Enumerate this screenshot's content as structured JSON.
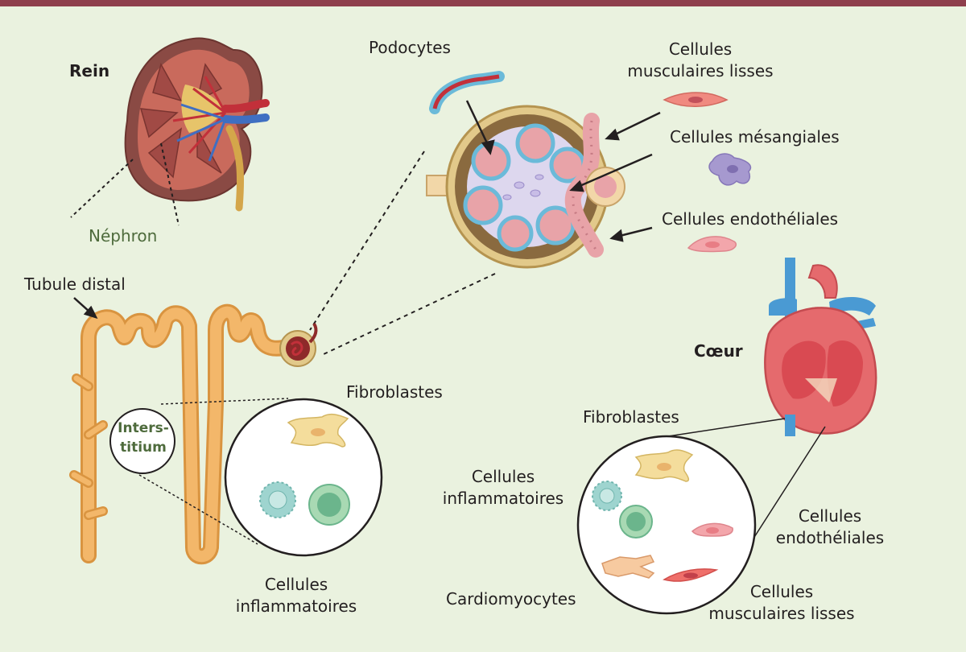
{
  "colors": {
    "background": "#eaf2df",
    "top_bar": "#8e3f4c",
    "tubule": "#f3b76a",
    "tubule_edge": "#d99440",
    "kidney_cortex": "#8a4a44",
    "artery": "#c2303a",
    "vein": "#3f6fc2",
    "podocyte": "#6bbad9",
    "capillary": "#e8a3a8",
    "mesangial": "#a699cf",
    "fibroblast": "#f4dd9c",
    "inflammatory": "#9ed4cf",
    "lymphocyte": "#6bb58c",
    "heart": "#e56a6d",
    "heart_vessel": "#4a9ad3",
    "interstitium_label": "#4e6b3c"
  },
  "labels": {
    "rein": "Rein",
    "nephron": "Néphron",
    "podocytes": "Podocytes",
    "smooth_muscle_top": [
      "Cellules",
      "musculaires lisses"
    ],
    "mesangial": "Cellules mésangiales",
    "endothelial_top": "Cellules endothéliales",
    "tubule_distal": "Tubule distal",
    "interstitium": [
      "Inters-",
      "titium"
    ],
    "fibroblasts_kidney": "Fibroblastes",
    "inflammatory_kidney": [
      "Cellules",
      "inflammatoires"
    ],
    "coeur": "Cœur",
    "fibroblasts_heart": "Fibroblastes",
    "inflammatory_heart": [
      "Cellules",
      "inflammatoires"
    ],
    "endothelial_heart": [
      "Cellules",
      "endothéliales"
    ],
    "cardiomyocytes": "Cardiomyocytes",
    "smooth_muscle_heart": [
      "Cellules",
      "musculaires lisses"
    ]
  }
}
